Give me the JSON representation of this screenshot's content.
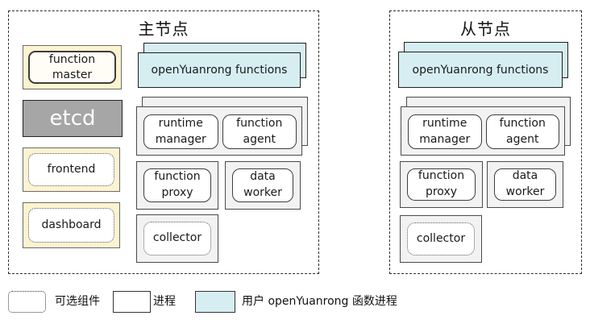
{
  "colors": {
    "yellow": "#fdf3d0",
    "cyan": "#d6eef2",
    "etcd_gray": "#a6a6a6",
    "box_gray": "#f2f2f2",
    "text": "#1a1a1a"
  },
  "master": {
    "title": "主节点",
    "function_master": "function master",
    "etcd": "etcd",
    "frontend": "frontend",
    "dashboard": "dashboard",
    "functions": "openYuanrong functions",
    "runtime_manager": "runtime manager",
    "function_agent": "function agent",
    "function_proxy": "function proxy",
    "data_worker": "data worker",
    "collector": "collector"
  },
  "worker": {
    "title": "从节点",
    "functions": "openYuanrong functions",
    "runtime_manager": "runtime manager",
    "function_agent": "function agent",
    "function_proxy": "function proxy",
    "data_worker": "data worker",
    "collector": "collector"
  },
  "legend": {
    "optional": "可选组件",
    "process": "进程",
    "user_functions": "用户 openYuanrong 函数进程"
  }
}
